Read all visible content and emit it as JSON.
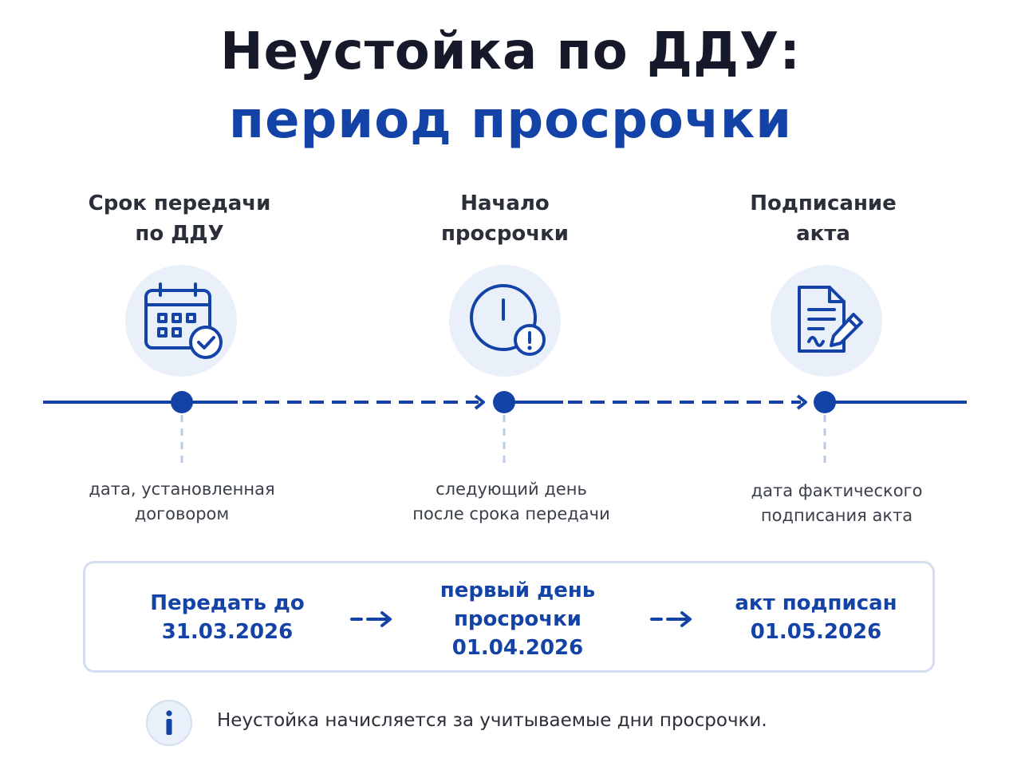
{
  "title": {
    "line1": "Неустойка по ДДУ:",
    "line2": "период просрочки"
  },
  "stages": [
    {
      "title_lines": [
        "Срок передачи",
        "по ДДУ"
      ],
      "icon": "calendar-check-icon",
      "note_lines": [
        "дата, установленная",
        "договором"
      ]
    },
    {
      "title_lines": [
        "Начало",
        "просрочки"
      ],
      "icon": "clock-alert-icon",
      "note_lines": [
        "следующий день",
        "после срока передачи"
      ]
    },
    {
      "title_lines": [
        "Подписание",
        "акта"
      ],
      "icon": "document-sign-icon",
      "note_lines": [
        "дата фактического",
        "подписания акта"
      ]
    }
  ],
  "summary": {
    "items": [
      {
        "lines": [
          "Передать до",
          "31.03.2026"
        ]
      },
      {
        "lines": [
          "первый день",
          "просрочки",
          "01.04.2026"
        ]
      },
      {
        "lines": [
          "акт подписан",
          "01.05.2026"
        ]
      }
    ],
    "arrow_icon": "dashed-arrow-right-icon"
  },
  "info": {
    "icon": "info-icon",
    "text": "Неустойка начисляется за учитываемые дни просрочки."
  },
  "colors": {
    "accent": "#1443a8",
    "dark": "#15192a",
    "icon_bg": "#eaf0fa",
    "border": "#d4def0"
  }
}
